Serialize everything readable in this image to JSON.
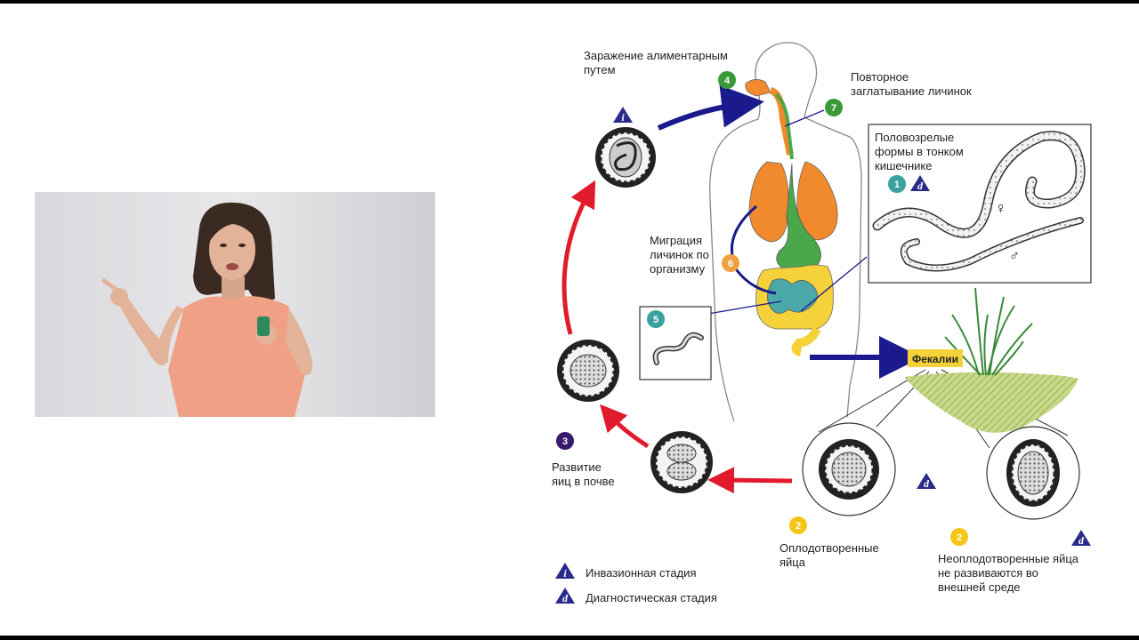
{
  "labels": {
    "infection": [
      "Заражение алиментарным",
      "путем"
    ],
    "reswallow": [
      "Повторное",
      "заглатывание личинок"
    ],
    "adults": [
      "Половозрелые",
      "формы в тонком",
      "кишечнике"
    ],
    "migration": [
      "Миграция",
      "личинок по",
      "организму"
    ],
    "feces": "Фекалии",
    "soil_dev": [
      "Развитие",
      "яиц в почве"
    ],
    "fertilized": [
      "Оплодотворенные",
      "яйца"
    ],
    "unfertilized": [
      "Неоплодотворенные яйца",
      "не развиваются во",
      "внешней среде"
    ],
    "female_symbol": "♀",
    "male_symbol": "♂"
  },
  "stages": {
    "s1": "1",
    "s2a": "2",
    "s2b": "2",
    "s3": "3",
    "s4": "4",
    "s5": "5",
    "s6": "6",
    "s7": "7"
  },
  "legend": {
    "infective_symbol": "i",
    "infective": "Инвазионная стадия",
    "diagnostic_symbol": "d",
    "diagnostic": "Диагностическая стадия"
  },
  "colors": {
    "stage_green": "#3a9a3a",
    "stage_orange": "#f0a040",
    "stage_teal": "#3aa0a0",
    "stage_yellow": "#f5c518",
    "stage_purple": "#3a1a6a",
    "triangle": "#2a2a8a",
    "arrow_red": "#e01c2c",
    "arrow_blue": "#1a1a8c",
    "lungs": "#f08a2c",
    "stomach": "#4aa84a",
    "colon": "#f5d23a",
    "small_intestine": "#4aa8a8",
    "soil": "#c8d88a"
  }
}
